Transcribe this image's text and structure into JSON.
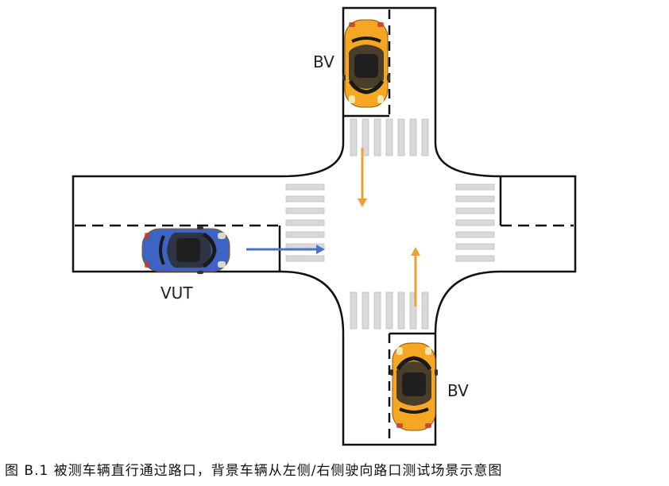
{
  "labels": {
    "bv_top": "BV",
    "bv_bottom": "BV",
    "vut": "VUT"
  },
  "caption": "图 B.1  被测车辆直行通过路口，背景车辆从左侧/右侧驶向路口测试场景示意图",
  "colors": {
    "road_edge": "#111111",
    "lane_dash": "#111111",
    "crosswalk": "#d9d9d9",
    "bv_body": "#f5a623",
    "bv_arrow": "#f0a030",
    "vut_body": "#3d64c4",
    "vut_arrow": "#4a73c9"
  },
  "icons": {
    "bv_top": "orange-car-top-view-heading-down",
    "bv_bottom": "orange-car-top-view-heading-up",
    "vut": "blue-car-top-view-heading-right"
  }
}
